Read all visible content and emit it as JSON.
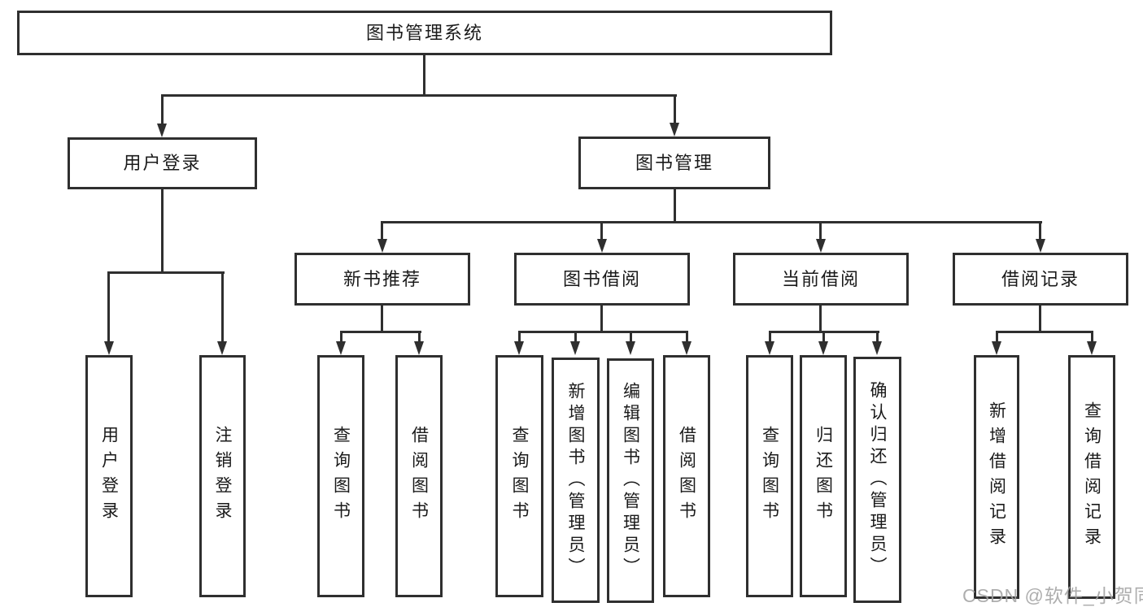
{
  "nodes": {
    "root": {
      "label": "图书管理系统"
    },
    "level2": [
      {
        "label": "用户登录"
      },
      {
        "label": "图书管理"
      }
    ],
    "level3": [
      {
        "label": "新书推荐"
      },
      {
        "label": "图书借阅"
      },
      {
        "label": "当前借阅"
      },
      {
        "label": "借阅记录"
      }
    ],
    "leaves": [
      {
        "group": "user-login",
        "label": "用户登录"
      },
      {
        "group": "user-login",
        "label": "注销登录"
      },
      {
        "group": "new-book-recommend",
        "label": "查询图书"
      },
      {
        "group": "new-book-recommend",
        "label": "借阅图书"
      },
      {
        "group": "book-borrow",
        "label": "查询图书"
      },
      {
        "group": "book-borrow",
        "label": "新增图书（管理员）"
      },
      {
        "group": "book-borrow",
        "label": "编辑图书（管理员）"
      },
      {
        "group": "book-borrow",
        "label": "借阅图书"
      },
      {
        "group": "current-borrow",
        "label": "查询图书"
      },
      {
        "group": "current-borrow",
        "label": "归还图书"
      },
      {
        "group": "current-borrow",
        "label": "确认归还（管理员）"
      },
      {
        "group": "borrow-records",
        "label": "新增借阅记录"
      },
      {
        "group": "borrow-records",
        "label": "查询借阅记录"
      }
    ]
  },
  "watermark": {
    "text": "CSDN @软件_小贺同学",
    "color": "#a3a3a3"
  },
  "colors": {
    "line": "#2f2f2f",
    "box_border": "#2f2f2f",
    "box_fill": "#ffffff",
    "text": "#1a1a1a",
    "background": "#ffffff"
  }
}
